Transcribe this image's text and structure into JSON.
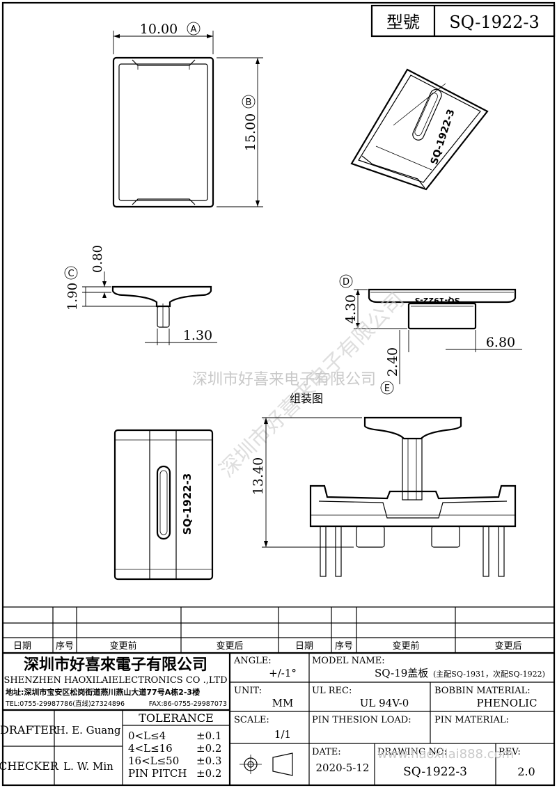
{
  "title_block_top": {
    "label": "型號",
    "model": "SQ-1922-3"
  },
  "dimensions": {
    "width_a": "10.00",
    "width_a_marker": "A",
    "length_b": "15.00",
    "length_b_marker": "B",
    "cap_thickness": "0.80",
    "height_c": "1.90",
    "height_c_marker": "C",
    "pin_width": "1.30",
    "height_d": "4.30",
    "height_d_marker": "D",
    "width_side": "6.80",
    "height_e": "2.40",
    "height_e_marker": "E",
    "assembly_height": "13.40"
  },
  "part_marking": "SQ-1922-3",
  "part_marking_mirror": "SQ-1922-3",
  "watermark": {
    "company": "深圳市好喜来电子有限公司",
    "url": "www.haoxilai888.com"
  },
  "assembly_label": "组装图",
  "revision_table": {
    "headers": [
      "日期",
      "序号",
      "变更前",
      "变更后",
      "日期",
      "序号",
      "变更前",
      "变更后"
    ]
  },
  "company": {
    "name_cn": "深圳市好喜來電子有限公司",
    "name_en": "SHENZHEN HAOXILAIELECTRONICS CO .,LTD",
    "address": "地址:深圳市宝安区松岗街道燕川燕山大道77号A栋2-3楼",
    "tel": "TEL:0755-29987786(直线)27324896",
    "fax": "FAX:86-0755-29987073"
  },
  "angle": {
    "label": "ANGLE:",
    "value": "+/-1°"
  },
  "model_name": {
    "label": "MODEL NAME:",
    "value": "SQ-19盖板",
    "note": "(主配SQ-1931，次配SQ-1922)"
  },
  "unit": {
    "label": "UNIT:",
    "value": "MM"
  },
  "ul_rec": {
    "label": "UL REC:",
    "value": "UL 94V-0"
  },
  "bobbin_material": {
    "label": "BOBBIN MATERIAL:",
    "value": "PHENOLIC"
  },
  "drafter": {
    "label": "DRAFTER",
    "value": "H. E. Guang"
  },
  "checker": {
    "label": "CHECKER",
    "value": "L. W. Min"
  },
  "tolerance": {
    "title": "TOLERANCE",
    "rows": [
      {
        "range": "0<L≤4",
        "value": "±0.1"
      },
      {
        "range": "4<L≤16",
        "value": "±0.2"
      },
      {
        "range": "16<L≤50",
        "value": "±0.3"
      },
      {
        "range": "PIN PITCH",
        "value": "±0.2"
      }
    ]
  },
  "scale": {
    "label": "SCALE:",
    "value": "1/1"
  },
  "pin_tension_load": {
    "label": "PIN THESION LOAD:",
    "value": ""
  },
  "pin_material": {
    "label": "PIN MATERIAL:",
    "value": ""
  },
  "date": {
    "label": "DATE:",
    "value": "2020-5-12"
  },
  "drawing_no": {
    "label": "DRAWING NO:",
    "value": "SQ-1922-3"
  },
  "rev": {
    "label": "REV:",
    "value": "2.0"
  }
}
